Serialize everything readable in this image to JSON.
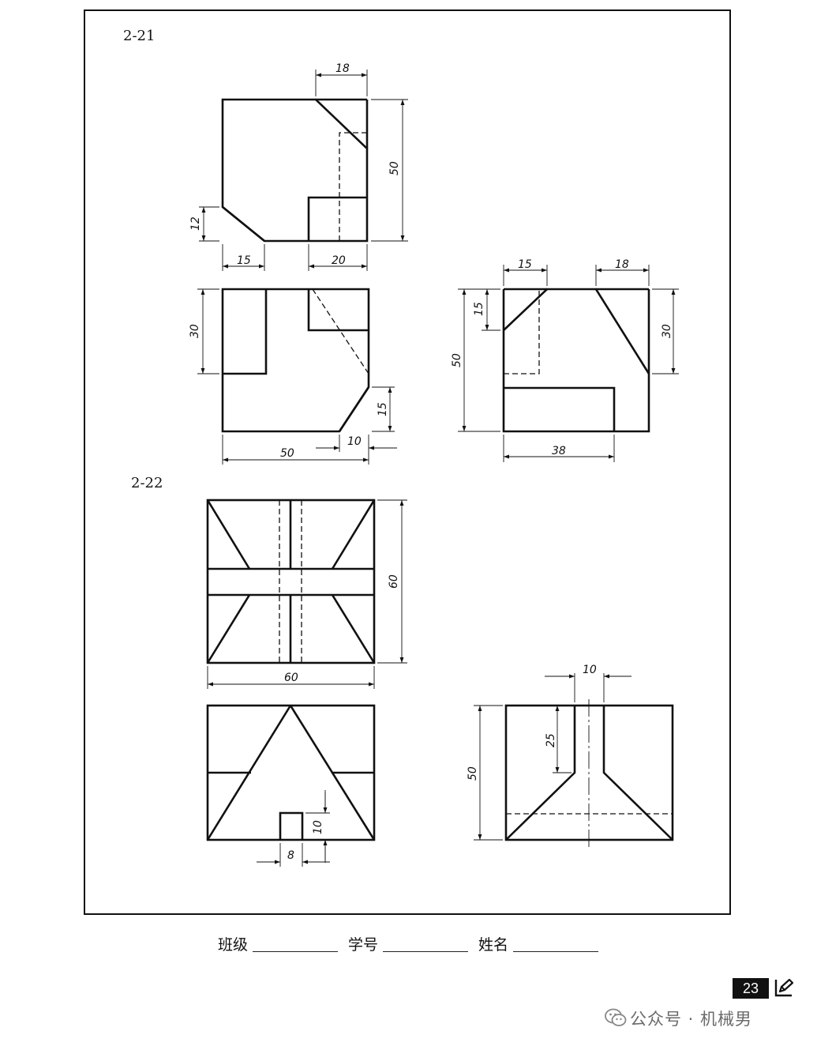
{
  "problems": [
    {
      "label": "2-21"
    },
    {
      "label": "2-22"
    }
  ],
  "dims_2_21": {
    "front_top": "18",
    "front_right": "50",
    "front_left": "12",
    "front_bottom_left": "15",
    "front_bottom_right": "20",
    "top_left": "30",
    "top_right": "15",
    "top_bottom_small": "10",
    "top_bottom": "50",
    "side_top_left": "15",
    "side_top_right": "18",
    "side_left_small": "15",
    "side_left": "50",
    "side_right": "30",
    "side_bottom": "38"
  },
  "dims_2_22": {
    "front_right": "60",
    "front_bottom": "60",
    "bottom_notch_height": "10",
    "bottom_notch_width": "8",
    "side_top": "10",
    "side_inner": "25",
    "side_left": "50"
  },
  "footer": {
    "class_label": "班级",
    "student_no_label": "学号",
    "name_label": "姓名"
  },
  "page_number": "23",
  "watermark": "公众号 · 机械男",
  "icons": [
    "edit-pencil-icon",
    "wechat-icon"
  ]
}
